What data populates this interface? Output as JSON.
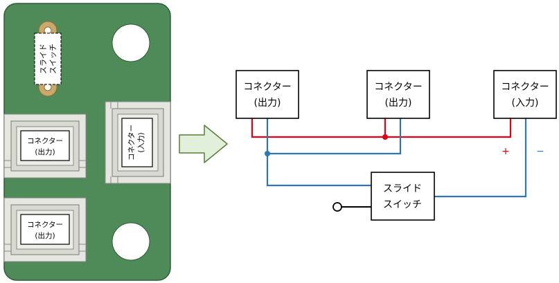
{
  "board": {
    "slide_switch": {
      "line1": "スライド",
      "line2": "スイッチ"
    },
    "connector_left_top": {
      "line1": "コネクター",
      "line2": "(出力)"
    },
    "connector_right_vertical": {
      "line1": "コネクター",
      "line2": "(入力)"
    },
    "connector_left_bottom": {
      "line1": "コネクター",
      "line2": "(出力)"
    }
  },
  "circuit": {
    "connector_out_1": {
      "line1": "コネクター",
      "line2": "(出力)"
    },
    "connector_out_2": {
      "line1": "コネクター",
      "line2": "(出力)"
    },
    "connector_in": {
      "line1": "コネクター",
      "line2": "(入力)"
    },
    "slide_switch": {
      "line1": "スライド",
      "line2": "スイッチ"
    },
    "plus_label": "+",
    "minus_label": "−"
  },
  "colors": {
    "pcb_green": "#4E8B58",
    "wire_red": "#E3000F",
    "wire_blue": "#2E75B6",
    "arrow_fill": "#E2EFDA",
    "arrow_stroke": "#538135"
  }
}
